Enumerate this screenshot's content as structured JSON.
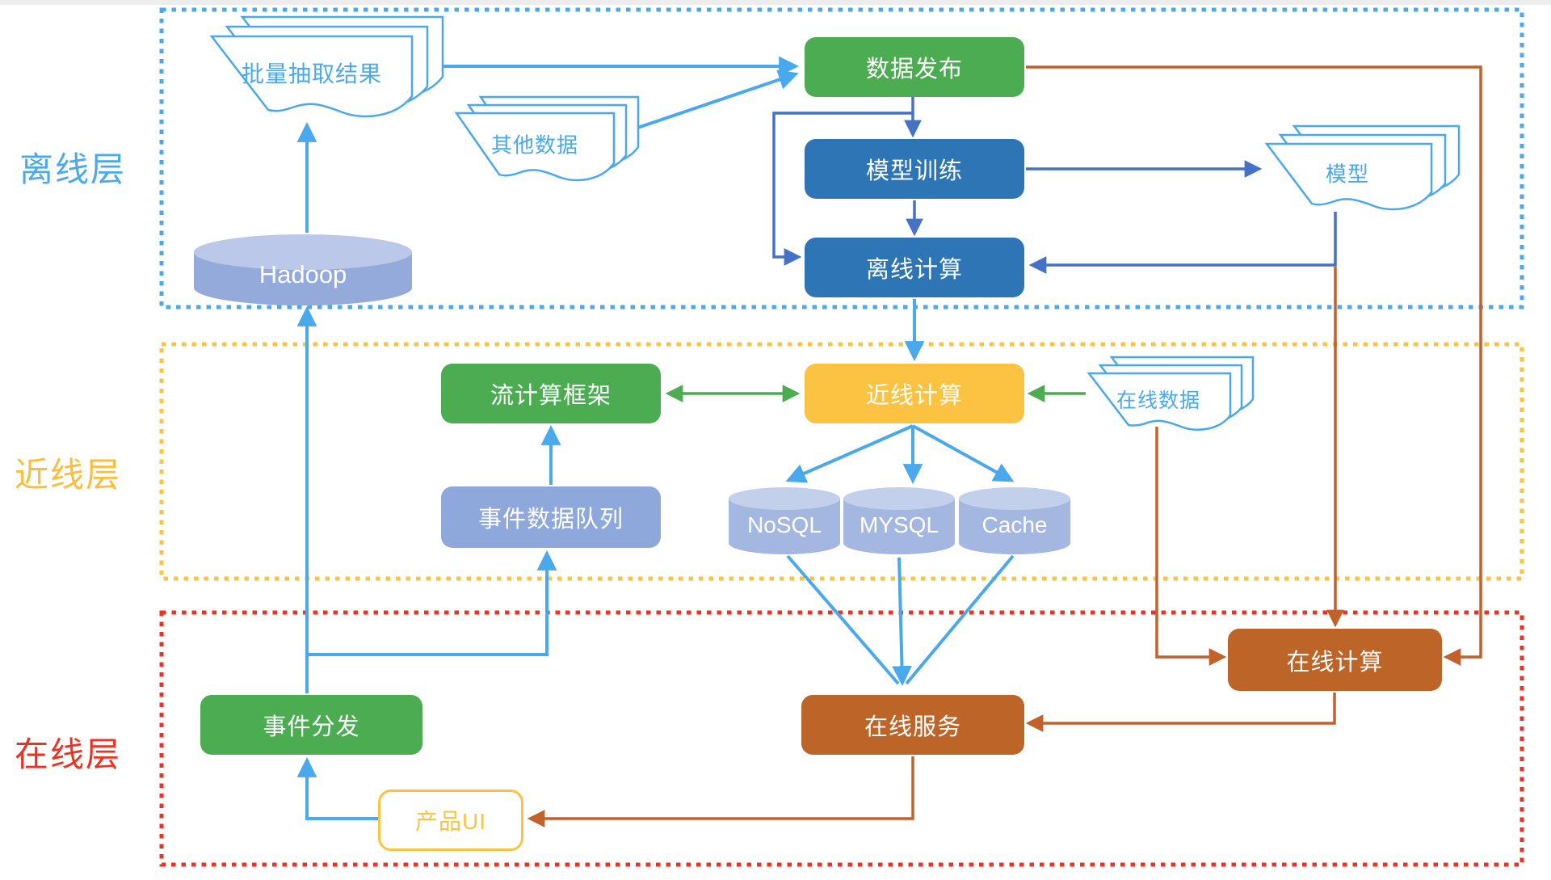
{
  "layers": {
    "offline": {
      "label": "离线层"
    },
    "nearline": {
      "label": "近线层"
    },
    "online": {
      "label": "在线层"
    }
  },
  "nodes": {
    "batch_result": {
      "label": "批量抽取结果"
    },
    "other_data": {
      "label": "其他数据"
    },
    "data_publish": {
      "label": "数据发布"
    },
    "model_training": {
      "label": "模型训练"
    },
    "offline_compute": {
      "label": "离线计算"
    },
    "model": {
      "label": "模型"
    },
    "hadoop": {
      "label": "Hadoop"
    },
    "stream_framework": {
      "label": "流计算框架"
    },
    "nearline_compute": {
      "label": "近线计算"
    },
    "online_data": {
      "label": "在线数据"
    },
    "event_queue": {
      "label": "事件数据队列"
    },
    "nosql": {
      "label": "NoSQL"
    },
    "mysql": {
      "label": "MYSQL"
    },
    "cache": {
      "label": "Cache"
    },
    "online_compute": {
      "label": "在线计算"
    },
    "online_service": {
      "label": "在线服务"
    },
    "event_dispatch": {
      "label": "事件分发"
    },
    "product_ui": {
      "label": "产品UI"
    }
  },
  "palette": {
    "light_blue": "#4AA8EC",
    "dark_blue_box": "#2E75B6",
    "dark_blue_line": "#4472C4",
    "green": "#4CAC52",
    "yellow": "#FBC341",
    "purple_blue": "#8FA8DB",
    "cylinder_body": "#9FB2DE",
    "cylinder_top": "#C0CDEC",
    "brown": "#BD6428",
    "red": "#EC3323"
  }
}
